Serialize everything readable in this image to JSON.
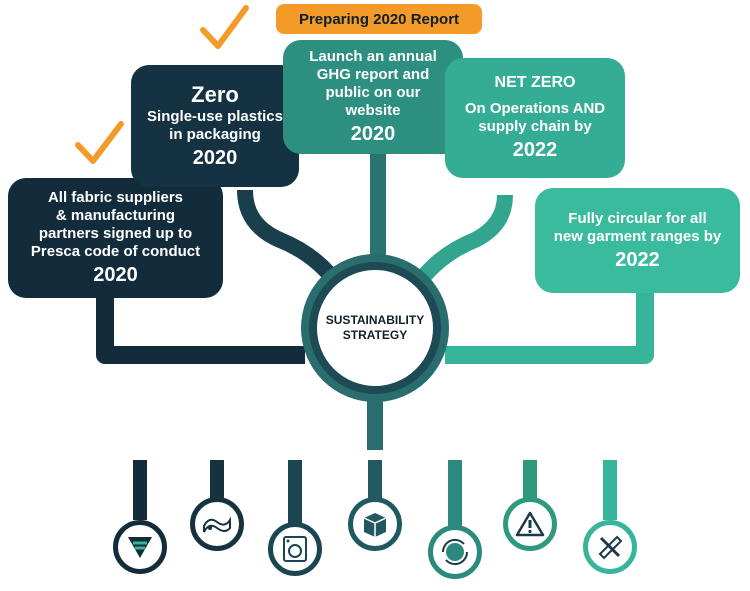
{
  "center": {
    "line1": "SUSTAINABILITY",
    "line2": "STRATEGY"
  },
  "badge": "Preparing 2020 Report",
  "goals": {
    "fabric": {
      "l1": "All fabric suppliers",
      "l2": "& manufacturing",
      "l3": "partners signed up to",
      "l4": "Presca code of conduct",
      "year": "2020"
    },
    "zero": {
      "big": "Zero",
      "l1": "Single-use plastics",
      "l2": "in packaging",
      "year": "2020"
    },
    "ghg": {
      "l1": "Launch an annual",
      "l2": "GHG report and",
      "l3": "public on our",
      "l4": "website",
      "year": "2020"
    },
    "netzero": {
      "big": "NET ZERO",
      "l1": "On Operations AND",
      "l2": "supply chain by",
      "year": "2022"
    },
    "circular": {
      "l1": "Fully circular for all",
      "l2": "new garment ranges by",
      "year": "2022"
    }
  },
  "icons": [
    "funnel-icon",
    "fabric-icon",
    "washing-machine-icon",
    "package-icon",
    "recycle-globe-icon",
    "warning-icon",
    "ruler-pencil-icon"
  ],
  "colors": {
    "dark": "#132c3b",
    "mid": "#1f5b62",
    "teal": "#37b59a",
    "orange": "#f39a28"
  }
}
